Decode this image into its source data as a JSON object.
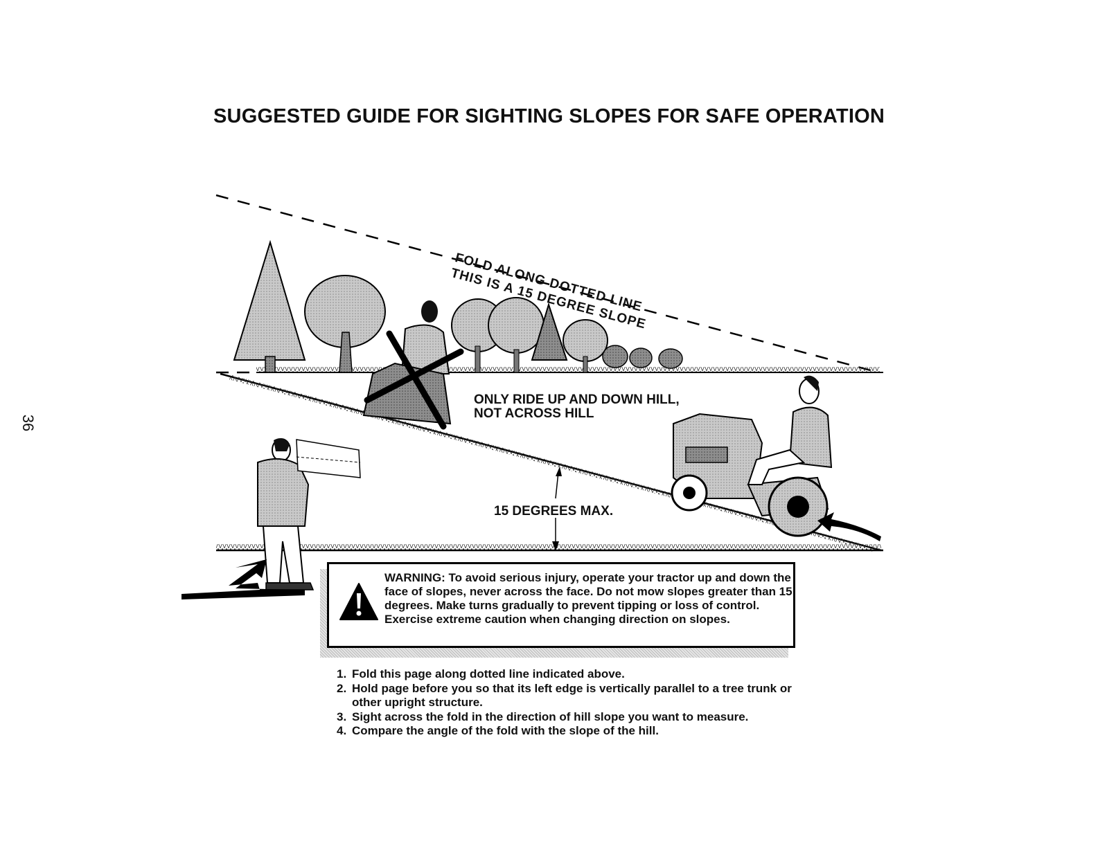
{
  "page": {
    "title": "SUGGESTED GUIDE FOR SIGHTING SLOPES FOR SAFE OPERATION",
    "page_number": "36"
  },
  "diagram": {
    "fold_label": "FOLD ALONG DOTTED LINE",
    "slope_label": "THIS IS A 15 DEGREE SLOPE",
    "ride_label_1": "ONLY RIDE UP AND DOWN HILL,",
    "ride_label_2": "NOT ACROSS HILL",
    "max_label": "15 DEGREES MAX."
  },
  "warning": {
    "text": "WARNING: To avoid serious injury, operate your tractor up and down the face of slopes, never across the face. Do not mow slopes greater than 15 degrees. Make turns gradually to prevent tipping or loss of control. Exercise extreme caution when changing direction on slopes."
  },
  "steps": [
    {
      "num": "1.",
      "text": "Fold this page along dotted line indicated above."
    },
    {
      "num": "2.",
      "text": "Hold page before you so that its left edge is vertically parallel to a tree trunk or other upright structure."
    },
    {
      "num": "3.",
      "text": "Sight across the fold in the direction of hill slope you want to measure."
    },
    {
      "num": "4.",
      "text": "Compare the angle of the fold with the slope of the hill."
    }
  ]
}
